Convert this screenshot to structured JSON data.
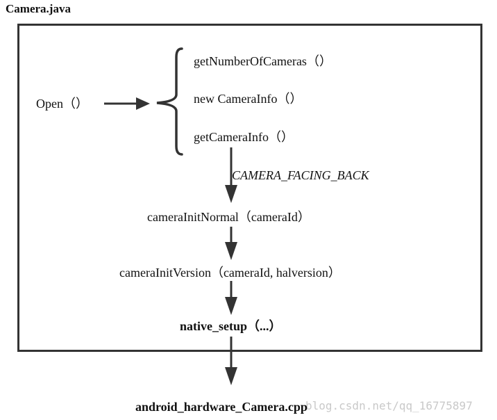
{
  "title": "Camera.java",
  "open_call": "Open（）",
  "branch_calls": [
    "getNumberOfCameras（）",
    "new CameraInfo（）",
    "getCameraInfo（）"
  ],
  "condition_label": "CAMERA_FACING_BACK",
  "init_normal": "cameraInitNormal（cameraId）",
  "init_version": "cameraInitVersion（cameraId, halversion）",
  "native_setup": "native_setup（...）",
  "native_file": "android_hardware_Camera.cpp",
  "watermark": "blog.csdn.net/qq_16775897",
  "colors": {
    "line": "#333333",
    "text": "#111111",
    "watermark": "#c9c9c9"
  }
}
